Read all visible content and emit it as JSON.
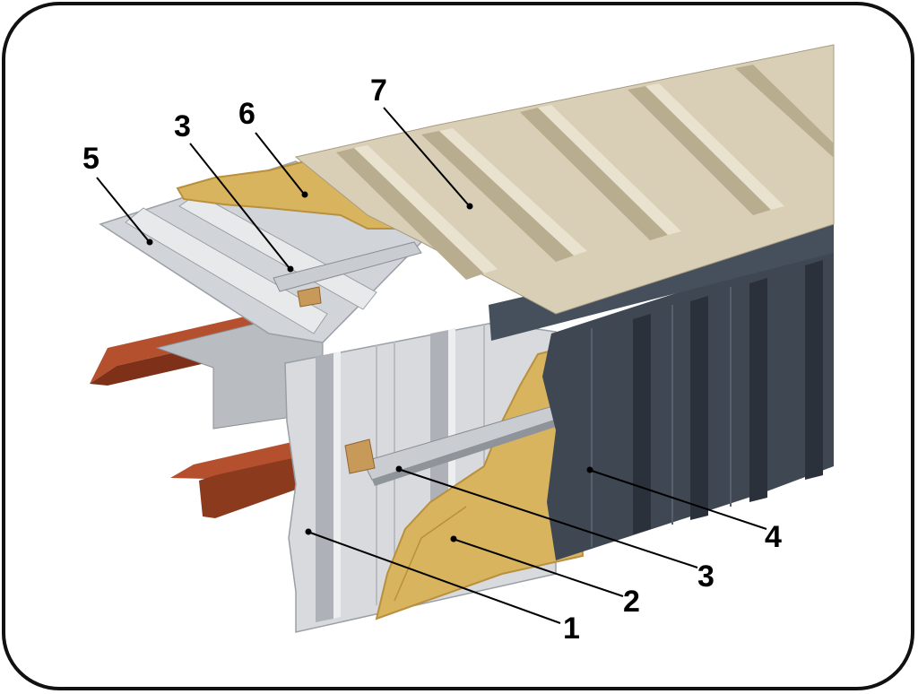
{
  "diagram": {
    "callouts": [
      {
        "id": "c1",
        "label": "1"
      },
      {
        "id": "c2",
        "label": "2"
      },
      {
        "id": "c3a",
        "label": "3"
      },
      {
        "id": "c3b",
        "label": "3"
      },
      {
        "id": "c4",
        "label": "4"
      },
      {
        "id": "c5",
        "label": "5"
      },
      {
        "id": "c6",
        "label": "6"
      },
      {
        "id": "c7",
        "label": "7"
      }
    ]
  },
  "colors": {
    "frame_border": "#111111",
    "roof_sheet": "#d9cfb6",
    "roof_rib_light": "#e9e2cf",
    "roof_rib_dark": "#b9ad90",
    "wall_outer": "#3f4753",
    "wall_outer_dark": "#2b313a",
    "wall_inner": "#d8dadd",
    "wall_inner_dark": "#aeb2b8",
    "insulation": "#d9b45f",
    "insulation_dark": "#b8903e",
    "steel_beam": "#b5502f",
    "steel_beam_dark": "#7e3118",
    "wood_block": "#c89a5a",
    "purlin": "#c9cdd2"
  }
}
